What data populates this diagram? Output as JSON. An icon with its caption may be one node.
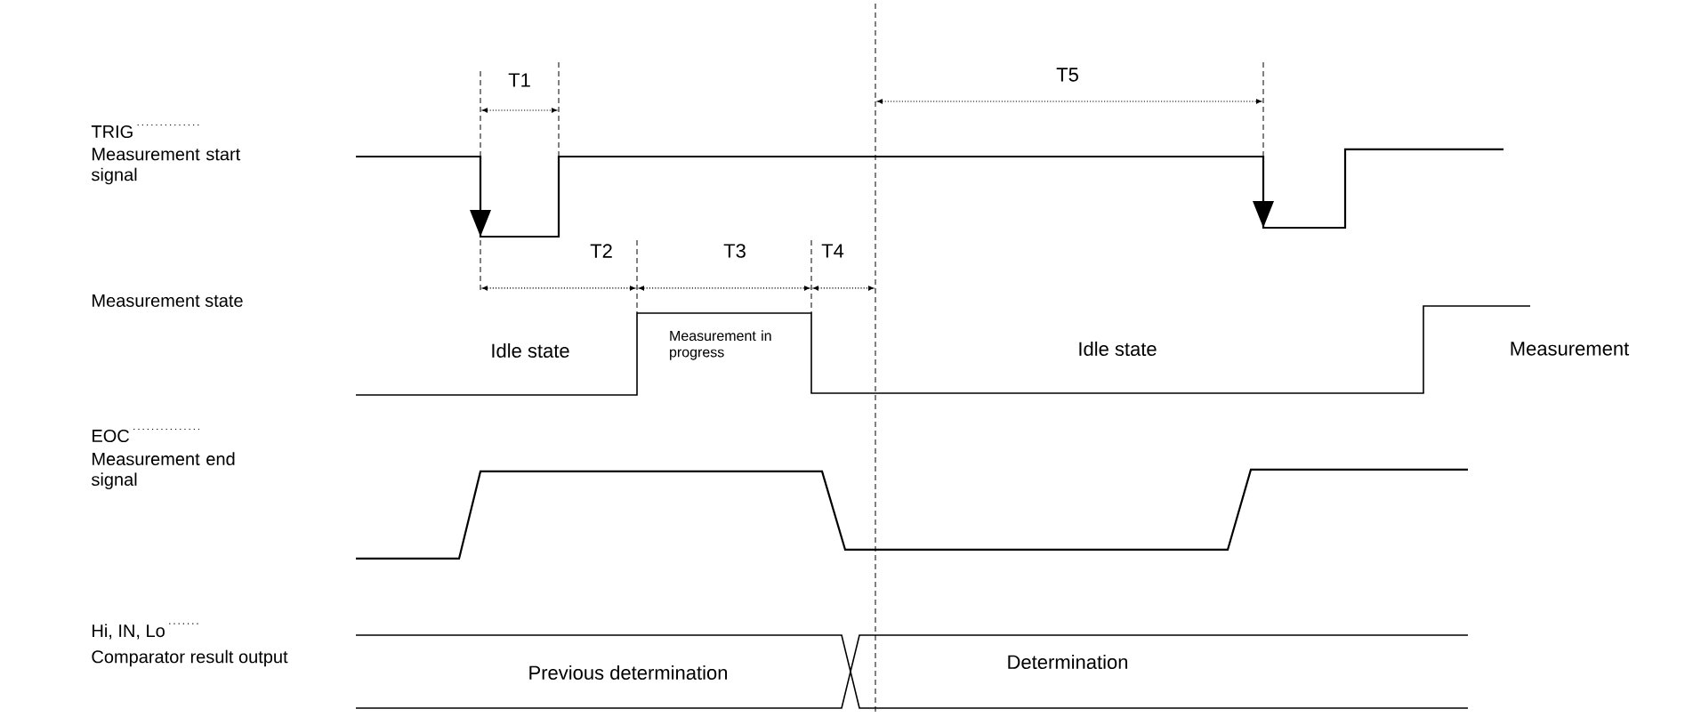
{
  "diagram": {
    "labels": [
      "T1",
      "T5",
      "TRIG",
      "Measurement start signal",
      "T2",
      "T3",
      "T4",
      "Measurement state",
      "Idle state",
      "Measurement in progress",
      "Idle state",
      "Measurement",
      "EOC",
      "Measurement end signal",
      "Hi, IN, Lo",
      "Comparator result output",
      "Previous determination",
      "Determination"
    ]
  }
}
